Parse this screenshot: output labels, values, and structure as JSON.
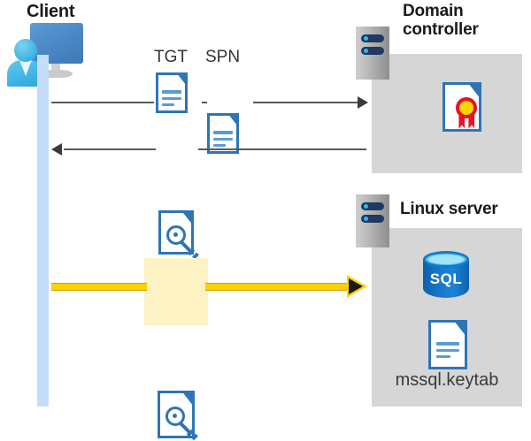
{
  "diagram": {
    "title": "Kerberos authentication flow between client, domain controller and Linux server",
    "type": "sequence-flow"
  },
  "client": {
    "label": "Client",
    "icon": "user-computer-icon",
    "lifeline_color": "#c4ddf9"
  },
  "domain_controller": {
    "label": "Domain controller",
    "label_line1": "Domain",
    "label_line2": "controller",
    "server_icon": "server-rack-icon",
    "box_color": "#d6d6d6",
    "contents": [
      {
        "name": "certificate-document-icon",
        "label": ""
      }
    ]
  },
  "linux_server": {
    "label": "Linux server",
    "server_icon": "server-rack-icon",
    "box_color": "#d6d6d6",
    "contents": [
      {
        "name": "sql-database-icon",
        "label": "SQL"
      },
      {
        "name": "keytab-document-icon",
        "label": "mssql.keytab"
      }
    ]
  },
  "messages": [
    {
      "id": "request",
      "direction": "client-to-domain-controller",
      "labels": [
        "TGT",
        "SPN"
      ],
      "icons": [
        "document-icon",
        "document-icon"
      ],
      "color": "#595959"
    },
    {
      "id": "response",
      "direction": "domain-controller-to-client",
      "labels": [],
      "icons": [
        "key-document-icon"
      ],
      "color": "#595959"
    },
    {
      "id": "service-ticket",
      "direction": "client-to-linux-server",
      "labels": [],
      "icons": [
        "key-document-icon"
      ],
      "color": "#ffd100",
      "highlight_color": "#fdf2c4",
      "highlighted": true
    }
  ],
  "labels": {
    "tgt": "TGT",
    "spn": "SPN",
    "sql": "SQL",
    "keytab_file": "mssql.keytab"
  },
  "colors": {
    "accent_blue": "#2e75b6",
    "light_blue": "#5b9bd5",
    "lifeline": "#c4ddf9",
    "panel_gray": "#d6d6d6",
    "flow_yellow": "#ffd100",
    "highlight_yellow": "#fdf2c4",
    "line_gray": "#595959",
    "text_dark": "#1a1a1a"
  }
}
